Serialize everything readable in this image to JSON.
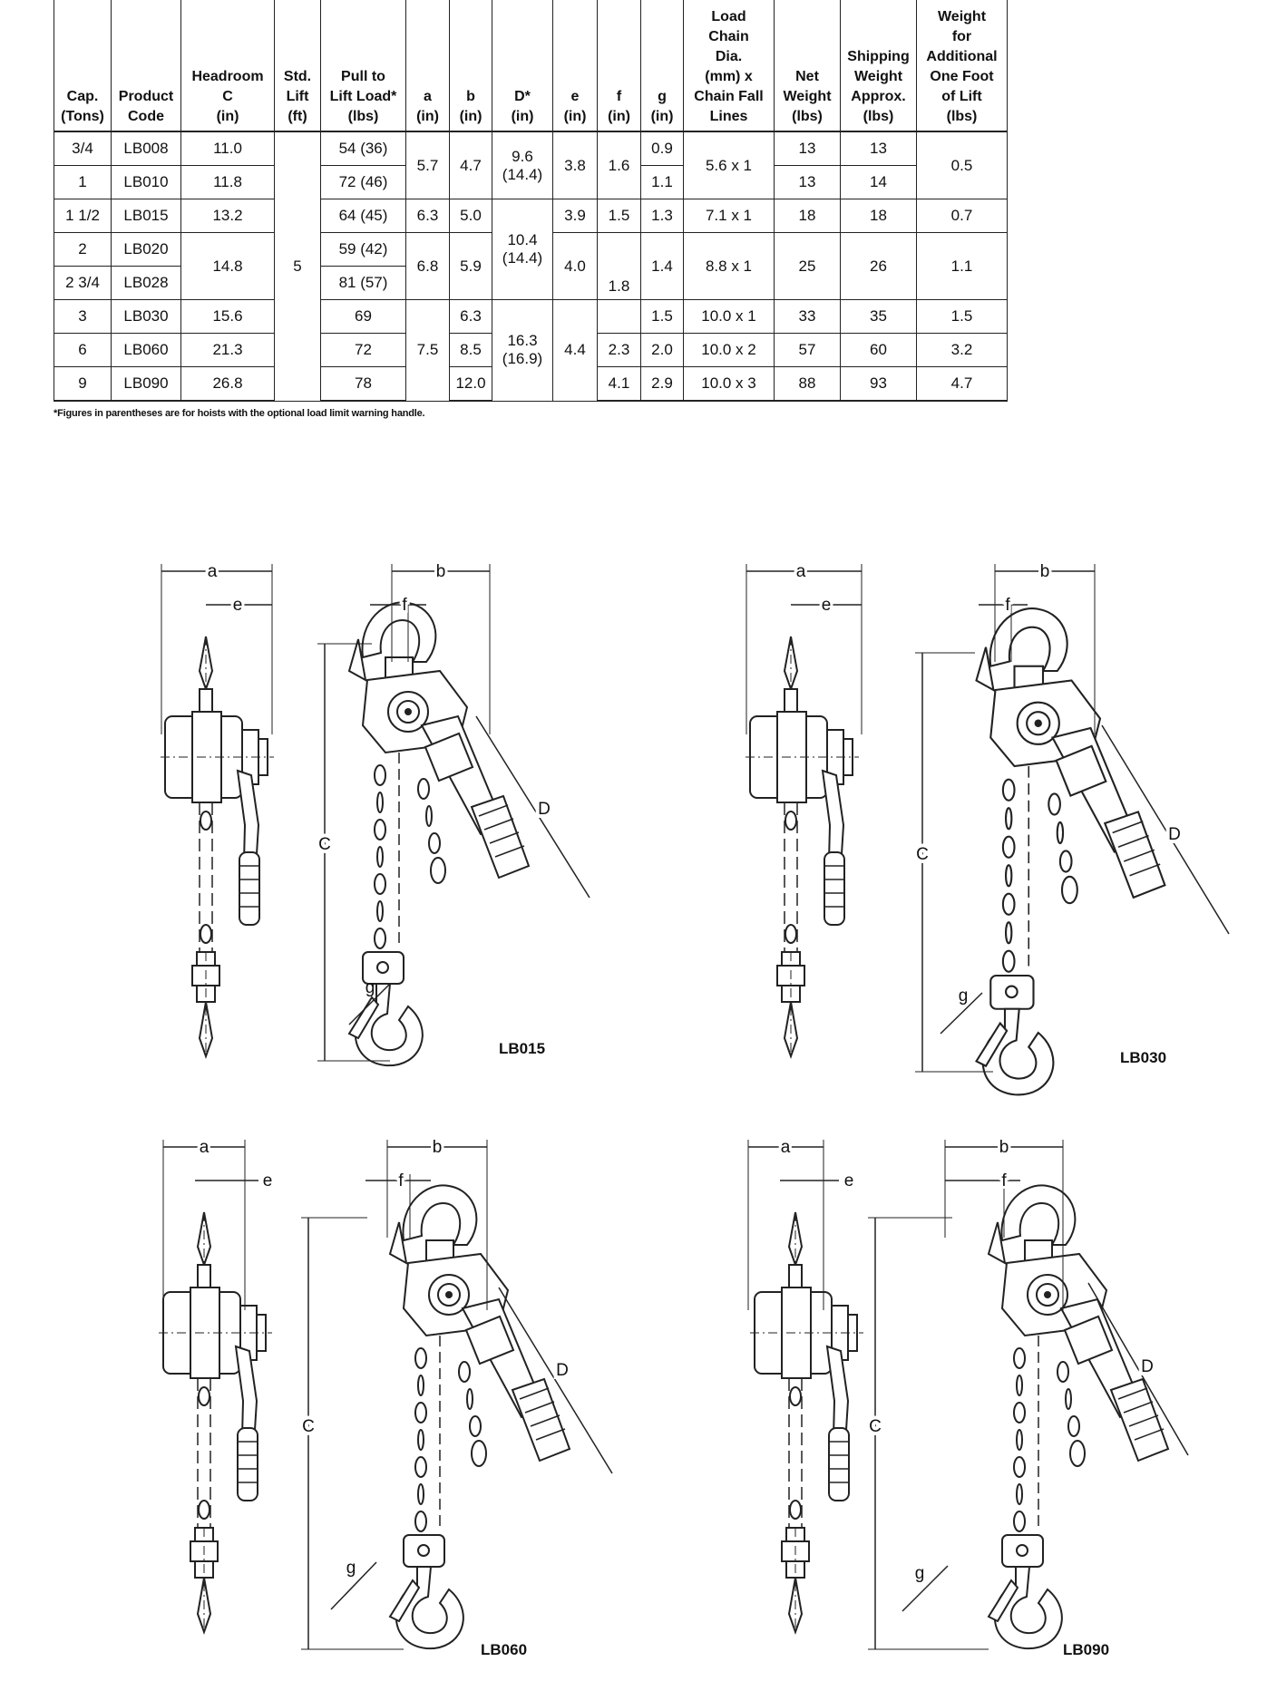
{
  "table": {
    "headers": [
      "Cap. (Tons)",
      "Product Code",
      "Headroom C (in)",
      "Std. Lift (ft)",
      "Pull to Lift Load* (lbs)",
      "a (in)",
      "b (in)",
      "D* (in)",
      "e (in)",
      "f (in)",
      "g (in)",
      "Load Chain Dia. (mm) x Chain Fall Lines",
      "Net Weight (lbs)",
      "Shipping Weight Approx. (lbs)",
      "Weight for Additional One Foot of Lift (lbs)"
    ],
    "header_lines": [
      [
        "Cap.",
        "(Tons)"
      ],
      [
        "Product",
        "Code"
      ],
      [
        "Headroom",
        "C",
        "(in)"
      ],
      [
        "Std.",
        "Lift",
        "(ft)"
      ],
      [
        "Pull to",
        "Lift Load*",
        "(lbs)"
      ],
      [
        "a",
        "(in)"
      ],
      [
        "b",
        "(in)"
      ],
      [
        "D*",
        "(in)"
      ],
      [
        "e",
        "(in)"
      ],
      [
        "f",
        "(in)"
      ],
      [
        "g",
        "(in)"
      ],
      [
        "Load",
        "Chain",
        "Dia.",
        "(mm) x",
        "Chain Fall",
        "Lines"
      ],
      [
        "Net",
        "Weight",
        "(lbs)"
      ],
      [
        "Shipping",
        "Weight",
        "Approx.",
        "(lbs)"
      ],
      [
        "Weight",
        "for",
        "Additional",
        "One Foot",
        "of Lift",
        "(lbs)"
      ]
    ],
    "rows": [
      {
        "cap": "3/4",
        "code": "LB008",
        "headroom": "11.0",
        "pull": "54 (36)",
        "g": "0.9",
        "net": "13",
        "ship": "13"
      },
      {
        "cap": "1",
        "code": "LB010",
        "headroom": "11.8",
        "pull": "72 (46)",
        "g": "1.1",
        "net": "13",
        "ship": "14"
      },
      {
        "cap": "1 1/2",
        "code": "LB015",
        "headroom": "13.2",
        "pull": "64 (45)",
        "a": "6.3",
        "b": "5.0",
        "e": "3.9",
        "f": "1.5",
        "g": "1.3",
        "chain": "7.1 x 1",
        "net": "18",
        "ship": "18",
        "extra": "0.7"
      },
      {
        "cap": "2",
        "code": "LB020",
        "pull": "59 (42)",
        "g": "1.4",
        "net": "25",
        "ship": "26"
      },
      {
        "cap": "2 3/4",
        "code": "LB028",
        "pull": "81 (57)"
      },
      {
        "cap": "3",
        "code": "LB030",
        "headroom": "15.6",
        "pull": "69",
        "b": "6.3",
        "g": "1.5",
        "chain": "10.0 x 1",
        "net": "33",
        "ship": "35",
        "extra": "1.5"
      },
      {
        "cap": "6",
        "code": "LB060",
        "headroom": "21.3",
        "pull": "72",
        "b": "8.5",
        "f": "2.3",
        "g": "2.0",
        "chain": "10.0 x 2",
        "net": "57",
        "ship": "60",
        "extra": "3.2"
      },
      {
        "cap": "9",
        "code": "LB090",
        "headroom": "26.8",
        "pull": "78",
        "b": "12.0",
        "f": "4.1",
        "g": "2.9",
        "chain": "10.0 x 3",
        "net": "88",
        "ship": "93",
        "extra": "4.7"
      }
    ],
    "merged": {
      "std_lift": "5",
      "a_r1": "5.7",
      "b_r1": "4.7",
      "d_r1": [
        "9.6",
        "(14.4)"
      ],
      "e_r1": "3.8",
      "f_r1": "1.6",
      "chain_r1": "5.6 x 1",
      "extra_r1": "0.5",
      "headroom_r4": "14.8",
      "a_r4": "6.8",
      "b_r4": "5.9",
      "d_r3": [
        "10.4",
        "(14.4)"
      ],
      "e_r4": "4.0",
      "f_r4": "1.8",
      "chain_r4": "8.8 x 1",
      "net_r4": "25",
      "ship_r4": "26",
      "extra_r4": "1.1",
      "a_r6": "7.5",
      "d_r6": [
        "16.3",
        "(16.9)"
      ],
      "e_r6": "4.4"
    }
  },
  "footnote": "*Figures in parentheses are for hoists with the optional load limit warning handle.",
  "diagrams": [
    {
      "model": "LB015",
      "labels": {
        "a": "a",
        "e": "e",
        "b": "b",
        "f": "f",
        "c": "C",
        "d": "D",
        "g": "g"
      }
    },
    {
      "model": "LB030",
      "labels": {
        "a": "a",
        "e": "e",
        "b": "b",
        "f": "f",
        "c": "C",
        "d": "D",
        "g": "g"
      }
    },
    {
      "model": "LB060",
      "labels": {
        "a": "a",
        "e": "e",
        "b": "b",
        "f": "f",
        "c": "C",
        "d": "D",
        "g": "g"
      }
    },
    {
      "model": "LB090",
      "labels": {
        "a": "a",
        "e": "e",
        "b": "b",
        "f": "f",
        "c": "C",
        "d": "D",
        "g": "g"
      }
    }
  ]
}
